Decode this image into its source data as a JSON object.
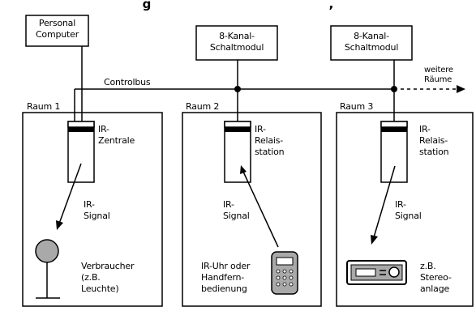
{
  "title_fragment": "g                                          ,",
  "personal_computer": "Personal\nComputer",
  "modul_1": "8-Kanal-\nSchaltmodul",
  "modul_2": "8-Kanal-\nSchaltmodul",
  "weitere_raeume": "weitere\nRäume",
  "controlbus": "Controlbus",
  "raum_1": "Raum 1",
  "raum_2": "Raum 2",
  "raum_3": "Raum 3",
  "ir_zentrale": "IR-\nZentrale",
  "ir_relais_2": "IR-\nRelais-\nstation",
  "ir_relais_3": "IR-\nRelais-\nstation",
  "ir_signal_1": "IR-\nSignal",
  "ir_signal_2": "IR-\nSignal",
  "ir_signal_3": "IR-\nSignal",
  "verbraucher": "Verbraucher\n(z.B.\nLeuchte)",
  "ir_uhr": "IR-Uhr oder\nHandfern-\nbedienung",
  "stereo": "z.B.\nStereo-\nanlage"
}
